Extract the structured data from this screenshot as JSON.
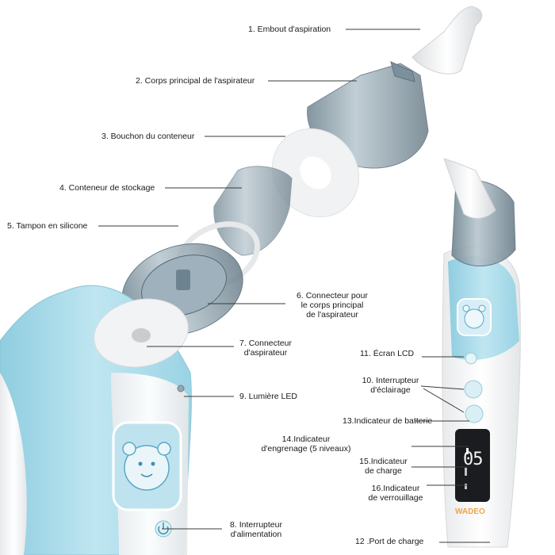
{
  "labels": {
    "l1": "1. Embout d'aspiration",
    "l2": "2. Corps principal de l'aspirateur",
    "l3": "3. Bouchon du conteneur",
    "l4": "4. Conteneur de stockage",
    "l5": "5. Tampon en silicone",
    "l6": [
      "6. Connecteur pour",
      "le corps principal",
      "de l'aspirateur"
    ],
    "l7": [
      "7. Connecteur",
      "d'aspirateur"
    ],
    "l8": [
      "8. Interrupteur",
      "d'alimentation"
    ],
    "l9": "9. Lumière LED",
    "l10": [
      "10. Interrupteur",
      "d'éclairage"
    ],
    "l11": "11. Écran LCD",
    "l12": "12 .Port de charge",
    "l13": "13.Indicateur de batterie",
    "l14": [
      "14.Indicateur",
      "d'engrenage (5 niveaux)"
    ],
    "l15": [
      "15.Indicateur",
      "de charge"
    ],
    "l16": [
      "16.Indicateur",
      "de verrouillage"
    ]
  },
  "device": {
    "brand": "WADEO",
    "display_digits": "05"
  },
  "colors": {
    "body_blue": "#a9dbe9",
    "body_white": "#f7f8f9",
    "tip": "#eef0f1",
    "container_gray": "#8ea2ae",
    "display": "#1a1c20",
    "brand_orange": "#f0a24a"
  }
}
